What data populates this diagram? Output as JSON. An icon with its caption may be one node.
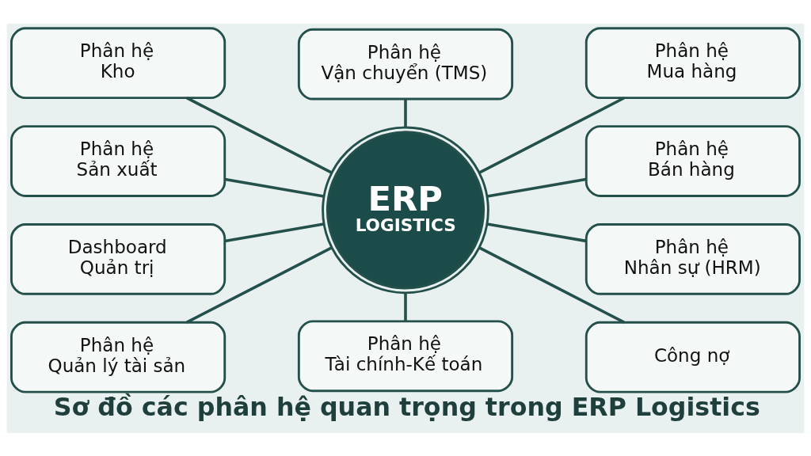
{
  "diagram": {
    "caption": "Sơ đồ các phân hệ quan trọng trong ERP Logistics",
    "nodes": [
      {
        "text": [
          "ERP",
          "LOGISTICS"
        ]
      },
      {
        "text": [
          "Phân hệ Vận chuyển (TMS)"
        ]
      },
      {
        "text": [
          "Phân hệ Kho"
        ]
      },
      {
        "text": [
          "Phân hệ Mua hàng"
        ]
      },
      {
        "text": [
          "Phân hệ Sản xuất"
        ]
      },
      {
        "text": [
          "Phân hệ Bán hàng"
        ]
      },
      {
        "text": [
          "Dashboard Quản trị"
        ]
      },
      {
        "text": [
          "Phân hệ Nhân sự (HRM)"
        ]
      },
      {
        "text": [
          "Phân hệ Quản lý tài sản"
        ]
      },
      {
        "text": [
          "Phân hệ Tài chính-Kế toán"
        ]
      },
      {
        "text": [
          "Công nợ"
        ]
      }
    ],
    "edges": [
      {
        "from": 1,
        "to": 0,
        "arrow": "none"
      },
      {
        "from": 2,
        "to": 0,
        "arrow": "none"
      },
      {
        "from": 0,
        "to": 3,
        "arrow": "none"
      },
      {
        "from": 4,
        "to": 0,
        "arrow": "none"
      },
      {
        "from": 0,
        "to": 5,
        "arrow": "none"
      },
      {
        "from": 6,
        "to": 0,
        "arrow": "none"
      },
      {
        "from": 0,
        "to": 7,
        "arrow": "none"
      },
      {
        "from": 8,
        "to": 0,
        "arrow": "none"
      },
      {
        "from": 0,
        "to": 9,
        "arrow": "none"
      },
      {
        "from": 0,
        "to": 10,
        "arrow": "none"
      }
    ]
  }
}
